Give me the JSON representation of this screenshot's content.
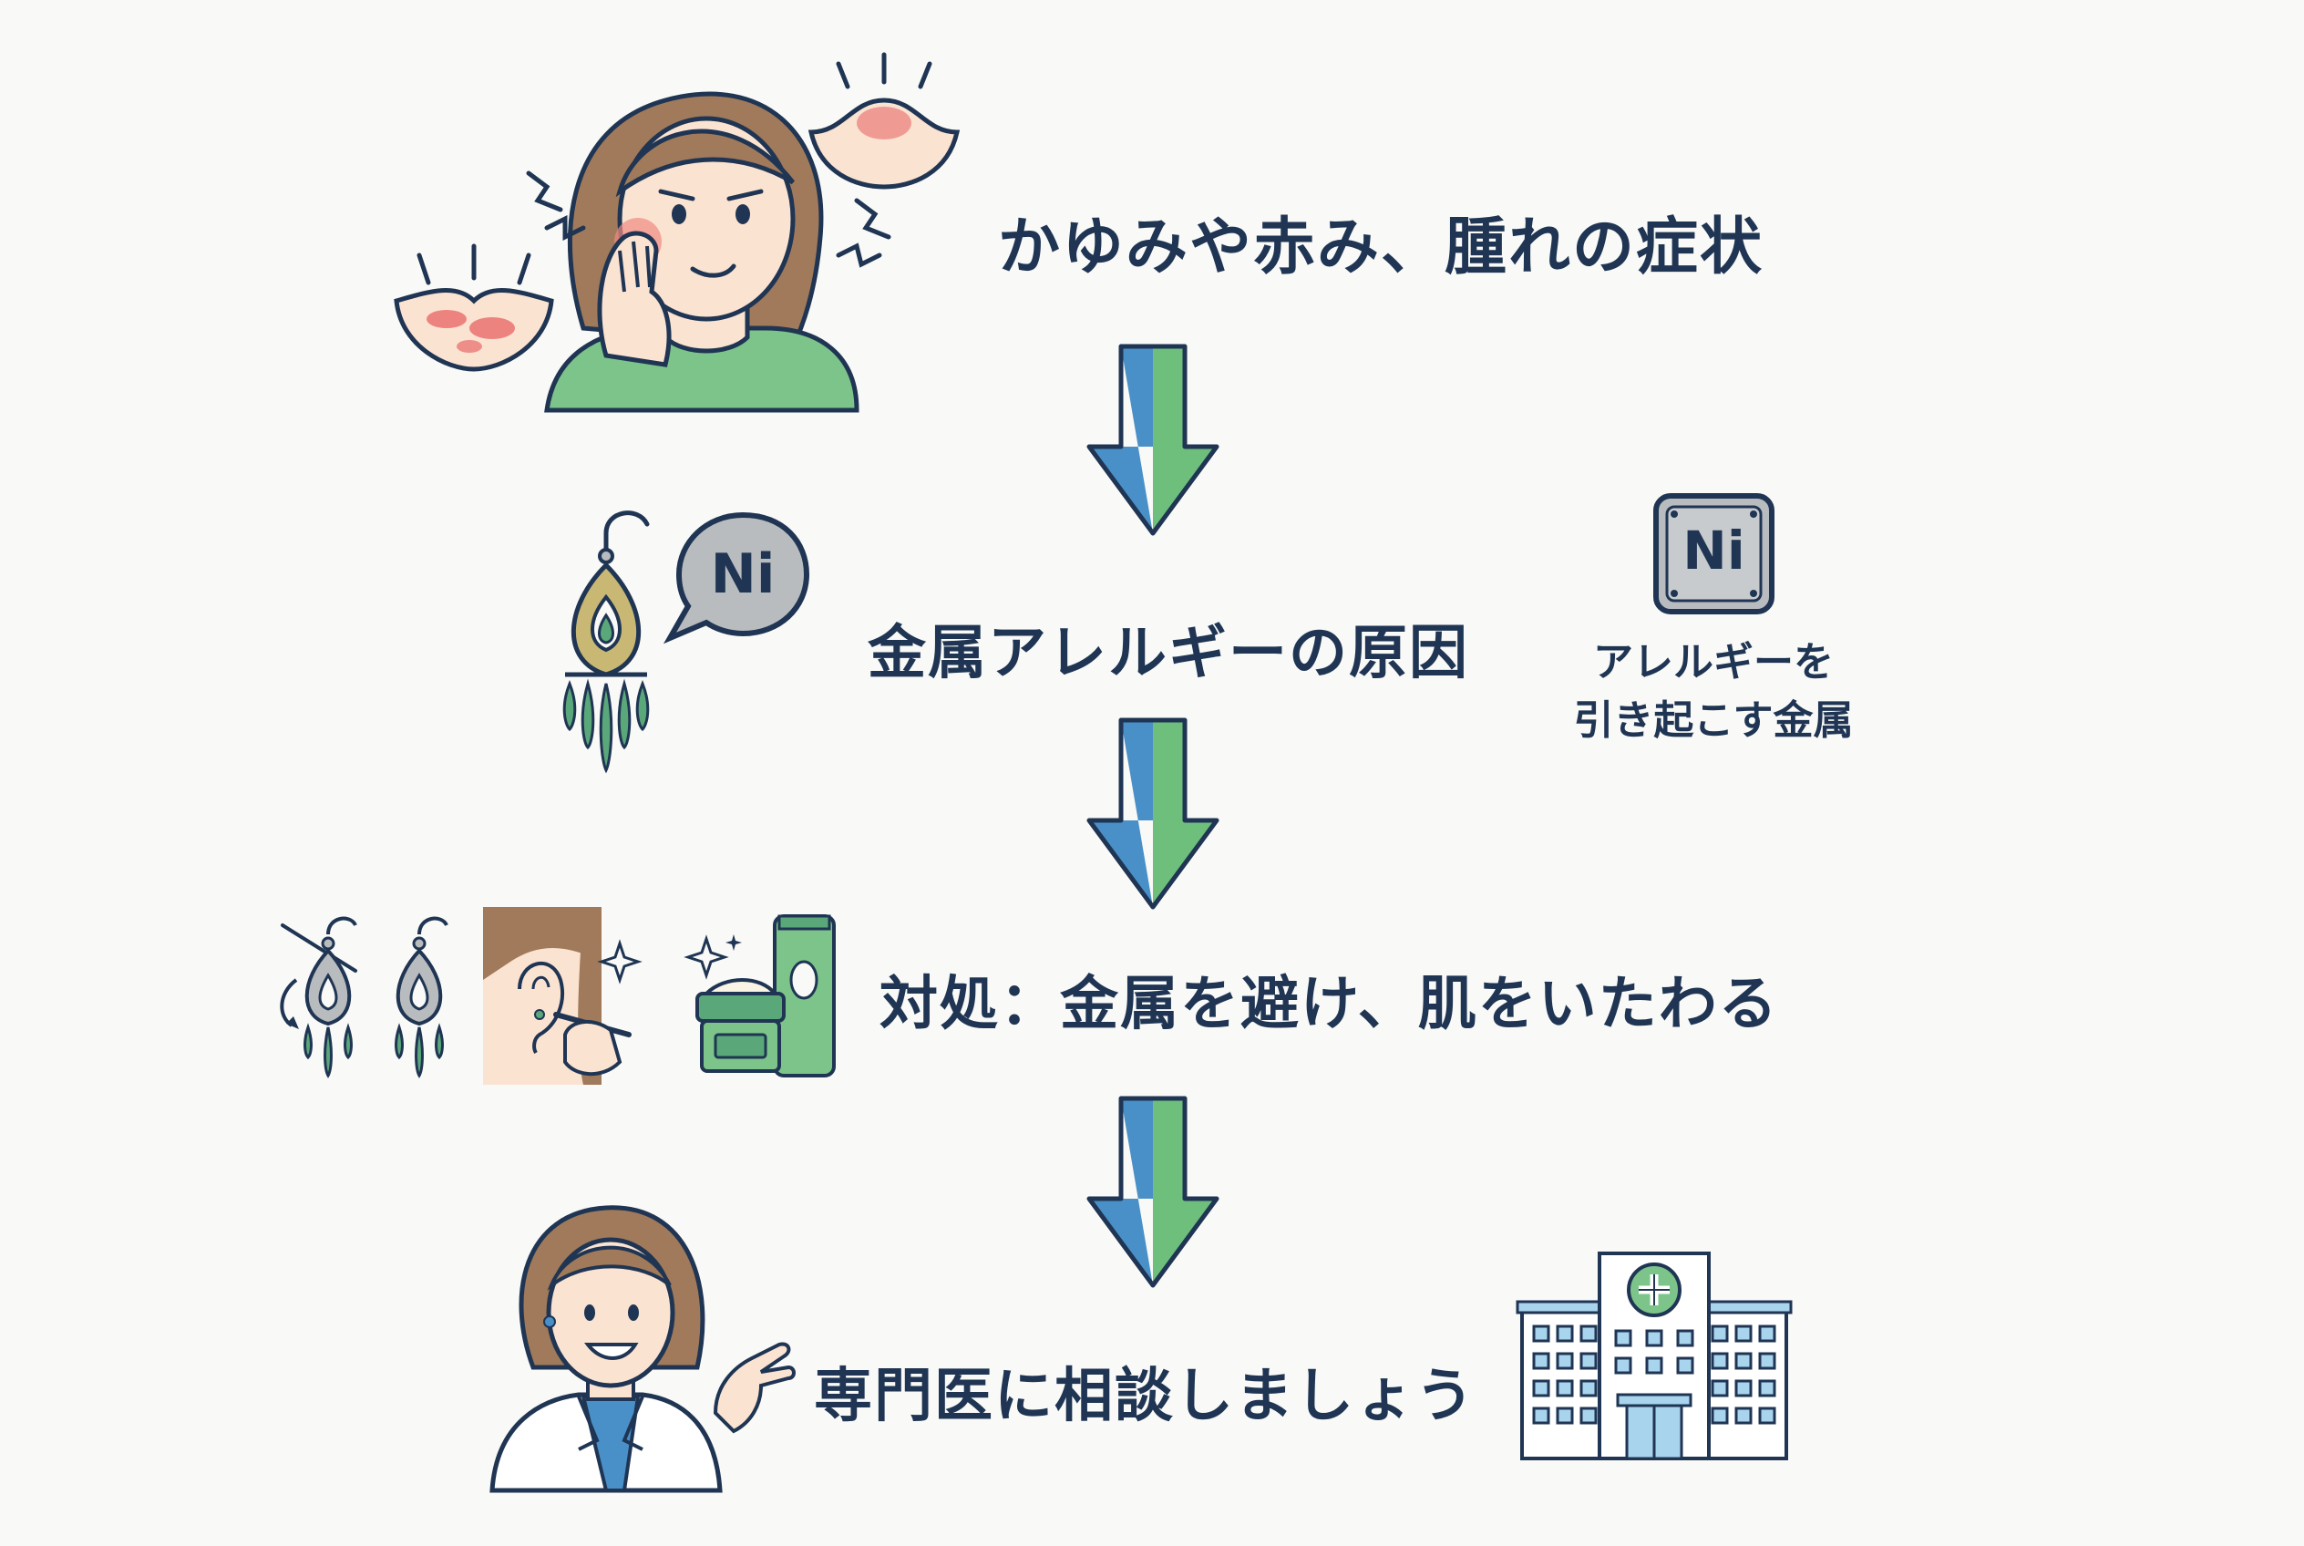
{
  "steps": [
    {
      "text": "かゆみや赤み、腫れの症状"
    },
    {
      "text": "金属アレルギーの原因"
    },
    {
      "text": "対処：金属を避け、肌をいたわる"
    },
    {
      "text": "専門医に相談しましょう"
    }
  ],
  "ni_badges": {
    "bubble_symbol": "Ni",
    "plate_symbol": "Ni",
    "plate_caption_line1": "アレルギーを",
    "plate_caption_line2": "引き起こす金属"
  },
  "icons": {
    "step1": [
      "woman-scratching-cheek-icon",
      "rash-skin-icon",
      "swollen-bump-icon"
    ],
    "step2": [
      "chandelier-earring-icon",
      "nickel-speech-bubble-icon",
      "nickel-plate-icon"
    ],
    "step3": [
      "remove-earrings-icon",
      "ear-cleaning-icon",
      "skincare-cream-icon"
    ],
    "step4": [
      "female-doctor-icon",
      "hospital-building-icon"
    ]
  },
  "colors": {
    "text": "#1f3553",
    "arrow_blue": "#4a90c8",
    "arrow_green": "#6fbf7c",
    "outline": "#1f3553",
    "shirt_green": "#7cc48a",
    "hair_brown": "#a07a5a",
    "skin": "#fbe3d2",
    "rash_red": "#e86a6a",
    "metal_grey": "#b9bcbf",
    "gem_green": "#5aa77a",
    "hospital_blue": "#a8d4ee"
  }
}
